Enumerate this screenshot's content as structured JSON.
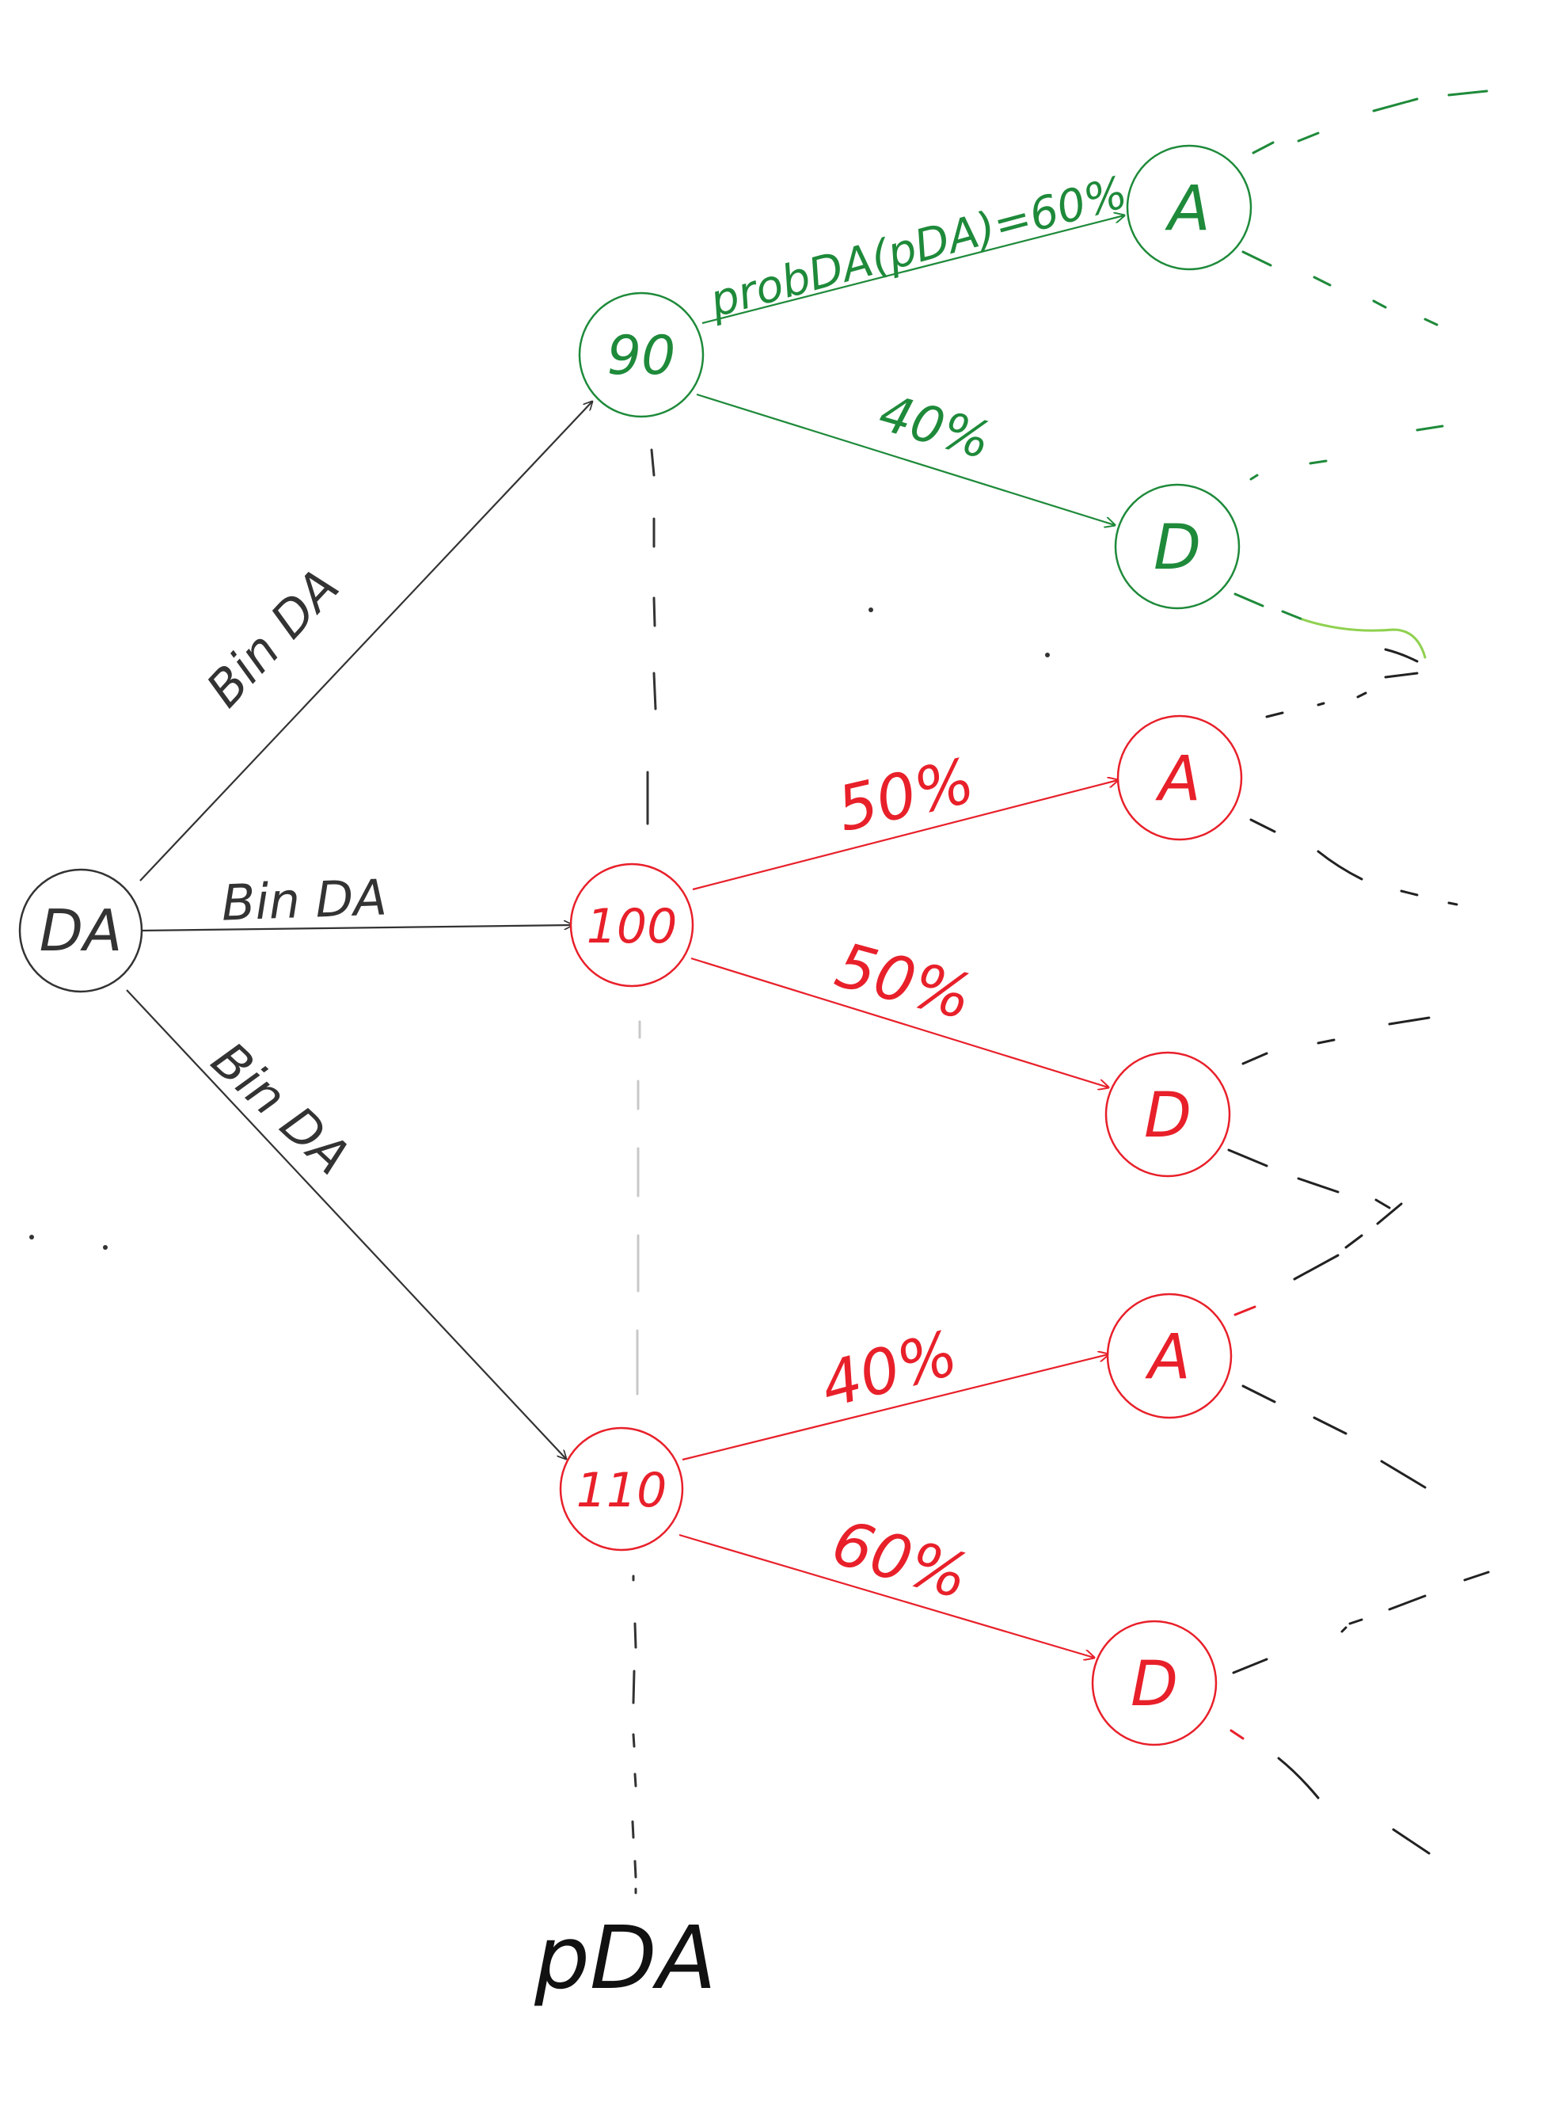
{
  "colors": {
    "black": "#333333",
    "green": "#1e8a3a",
    "lightgreen": "#8fd14f",
    "red": "#e8202a",
    "grey": "#c8c8c8"
  },
  "nodes": {
    "root": "DA",
    "n90": "90",
    "n100": "100",
    "n110": "110",
    "a1": "A",
    "d1": "D",
    "a2": "A",
    "d2": "D",
    "a3": "A",
    "d3": "D"
  },
  "edge_labels": {
    "to90": "Bin DA",
    "to100": "Bin DA",
    "to110": "Bin DA",
    "g_up": "probDA(pDA)=60%",
    "g_down": "40%",
    "r1_up": "50%",
    "r1_down": "50%",
    "r2_up": "40%",
    "r2_down": "60%"
  },
  "axis_label": "pDA"
}
